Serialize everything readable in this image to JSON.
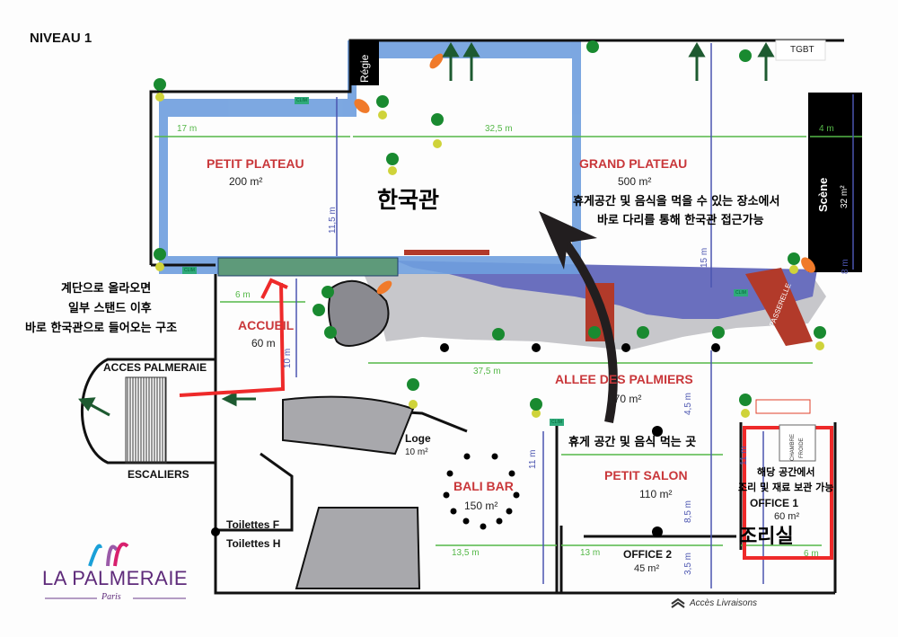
{
  "title": "NIVEAU 1",
  "rooms": {
    "petit_plateau": {
      "name": "PETIT PLATEAU",
      "area": "200 m²"
    },
    "grand_plateau": {
      "name": "GRAND PLATEAU",
      "area": "500 m²"
    },
    "accueil": {
      "name": "ACCUEIL",
      "area": "60 m"
    },
    "allee": {
      "name": "ALLEE DES PALMIERS",
      "area": "170 m²"
    },
    "loge": {
      "name": "Loge",
      "area": "10 m²"
    },
    "bali_bar": {
      "name": "BALI BAR",
      "area": "150 m²"
    },
    "petit_salon": {
      "name": "PETIT SALON",
      "area": "110 m²"
    },
    "office1": {
      "name": "OFFICE 1",
      "area": "60 m²"
    },
    "office2": {
      "name": "OFFICE 2",
      "area": "45 m²"
    },
    "scene": {
      "name": "Scène",
      "area": "32 m²"
    }
  },
  "labels": {
    "regie": "Régie",
    "tgbt": "TGBT",
    "acces_palmeraie": "ACCES PALMERAIE",
    "escaliers": "ESCALIERS",
    "toilettes_f": "Toilettes F",
    "toilettes_h": "Toilettes H",
    "passerelle": "PASSERELLE",
    "chambre_froide_1": "CHAMBRE",
    "chambre_froide_2": "FROIDE",
    "acces_livraisons": "Accès Livraisons",
    "clim": "CLIM"
  },
  "dimensions": {
    "d17": "17 m",
    "d325": "32,5 m",
    "d4": "4 m",
    "d115": "11,5 m",
    "d15": "15 m",
    "d8": "8 m",
    "d6a": "6 m",
    "d10": "10 m",
    "d375": "37,5 m",
    "d45": "4,5 m",
    "d11a": "11 m",
    "d11b": "11 m",
    "d85": "8,5 m",
    "d135": "13,5 m",
    "d13": "13 m",
    "d35": "3,5 m",
    "d6b": "6 m"
  },
  "annotations": {
    "korea_pavilion": "한국관",
    "grand_note_1": "휴게공간 및 음식을 먹을 수 있는 장소에서",
    "grand_note_2": "바로 다리를 통해 한국관 접근가능",
    "stairs_note_1": "계단으로 올라오면",
    "stairs_note_2": "일부 스탠드 이후",
    "stairs_note_3": "바로 한국관으로 들어오는 구조",
    "salon_note": "휴게 공간 및 음식 먹는 곳",
    "office_note_1": "해당 공간에서",
    "office_note_2": "조리 및 재료 보관 가능",
    "kitchen": "조리실"
  },
  "logo": {
    "name": "LA PALMERAIE",
    "city": "Paris"
  },
  "colors": {
    "room": "#c9373a",
    "highlight": "#ee2a2a",
    "path_blue": "#6f9ede",
    "water": "#6a6fbe",
    "green_dim": "#55b848",
    "blue_dim": "#4b55b0"
  }
}
